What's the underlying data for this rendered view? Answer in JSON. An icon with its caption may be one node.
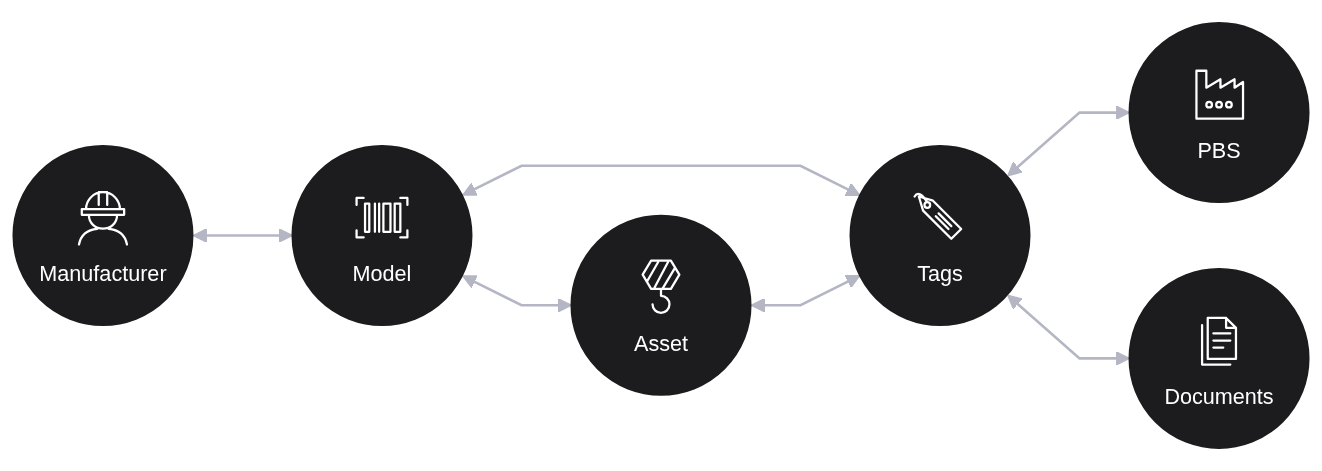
{
  "diagram": {
    "nodes": [
      {
        "text": [
          "Manufacturer"
        ]
      },
      {
        "text": [
          "Model"
        ]
      },
      {
        "text": [
          "Asset"
        ]
      },
      {
        "text": [
          "Tags"
        ]
      },
      {
        "text": [
          "PBS"
        ]
      },
      {
        "text": [
          "Documents"
        ]
      }
    ],
    "edges": [
      {
        "from": 0,
        "to": 1,
        "arrow": "both"
      },
      {
        "from": 1,
        "to": 3,
        "arrow": "both"
      },
      {
        "from": 1,
        "to": 2,
        "arrow": "both"
      },
      {
        "from": 2,
        "to": 3,
        "arrow": "both"
      },
      {
        "from": 3,
        "to": 4,
        "arrow": "both"
      },
      {
        "from": 3,
        "to": 5,
        "arrow": "both"
      }
    ]
  }
}
